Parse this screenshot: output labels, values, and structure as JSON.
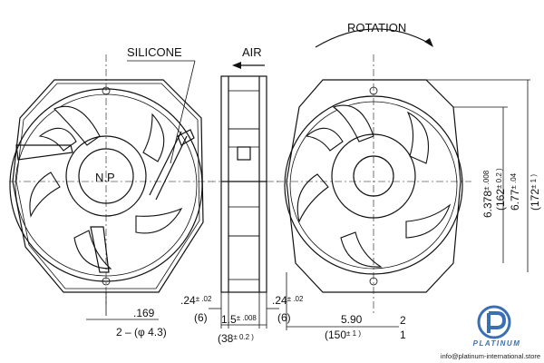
{
  "labels": {
    "silicone": "SILICONE",
    "air": "AIR",
    "rotation": "ROTATION",
    "hub": "N.P"
  },
  "dims": {
    "hole_in": ".169",
    "hole_mm": "2 – (φ 4.3)",
    "flange_left_in": ".24",
    "flange_left_tol": "± .02",
    "flange_left_mm": "(6)",
    "depth_in": "1.5",
    "depth_tol": "± .008",
    "depth_mm": "(38",
    "depth_mm_tol": "± 0.2 )",
    "flange_right_in": ".24",
    "flange_right_tol": "± .02",
    "flange_right_mm": "(6)",
    "width_in": "5.90",
    "width_mm": "(150",
    "width_mm_tol": "± 1 )",
    "v1_in": "6.378",
    "v1_tol": "± .008",
    "v1_mm": "(162",
    "v1_mm_tol": "± 0.2 )",
    "v2_in": "6.77",
    "v2_tol": "± .04",
    "v2_mm": "(172",
    "v2_mm_tol": "± 1 )",
    "cut_digit": "2",
    "cut_digit2": "1"
  },
  "brand": {
    "name": "PLATINUM",
    "email": "info@platinum-international.store",
    "color": "#3b6fb4"
  }
}
